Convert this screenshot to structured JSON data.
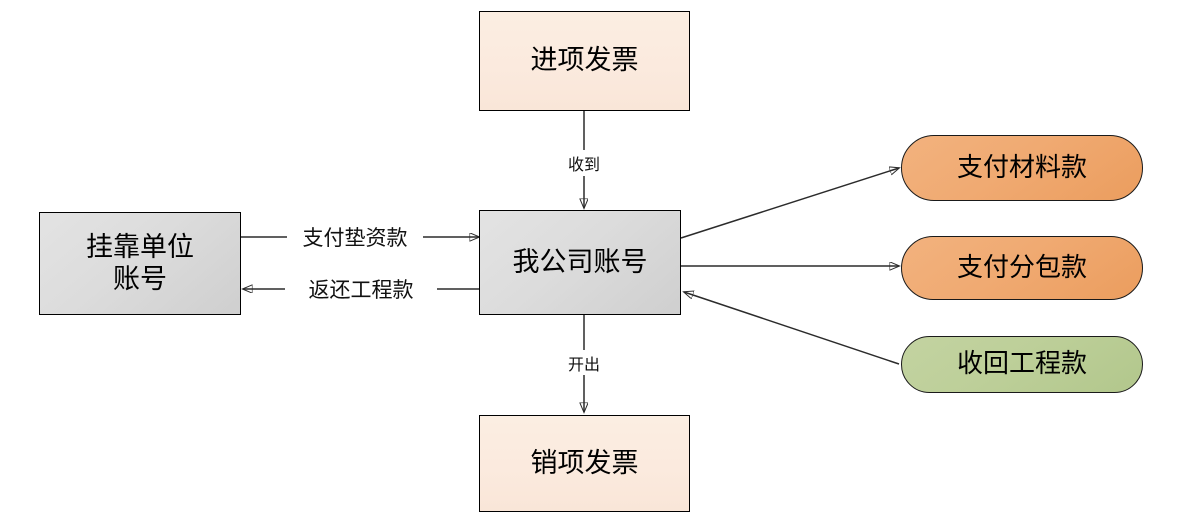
{
  "diagram": {
    "type": "flowchart",
    "title": "",
    "nodes": {
      "input_invoice": {
        "label": "进项发票",
        "shape": "rectangle",
        "fill": "#fbeade"
      },
      "partner_account": {
        "label_line1": "挂靠单位",
        "label_line2": "账号",
        "shape": "rectangle",
        "fill": "#dcdcdc"
      },
      "my_account": {
        "label": "我公司账号",
        "shape": "rectangle",
        "fill": "#dcdcdc"
      },
      "output_invoice": {
        "label": "销项发票",
        "shape": "rectangle",
        "fill": "#fbeade"
      },
      "pay_material": {
        "label": "支付材料款",
        "shape": "rounded",
        "fill": "#f0aa72"
      },
      "pay_subcontract": {
        "label": "支付分包款",
        "shape": "rounded",
        "fill": "#f0aa72"
      },
      "recover_project": {
        "label": "收回工程款",
        "shape": "rounded",
        "fill": "#bdcf99"
      }
    },
    "edges": [
      {
        "from": "input_invoice",
        "to": "my_account",
        "label": "收到",
        "direction": "down"
      },
      {
        "from": "my_account",
        "to": "output_invoice",
        "label": "开出",
        "direction": "down"
      },
      {
        "from": "partner_account",
        "to": "my_account",
        "label": "支付垫资款",
        "direction": "right"
      },
      {
        "from": "my_account",
        "to": "partner_account",
        "label": "返还工程款",
        "direction": "left"
      },
      {
        "from": "my_account",
        "to": "pay_material",
        "label": "",
        "direction": "right"
      },
      {
        "from": "my_account",
        "to": "pay_subcontract",
        "label": "",
        "direction": "right"
      },
      {
        "from": "recover_project",
        "to": "my_account",
        "label": "",
        "direction": "left"
      }
    ],
    "colors": {
      "stroke": "#2b2b2b",
      "invoice_fill": "#fbeade",
      "account_fill": "#dcdcdc",
      "orange_fill": "#f0aa72",
      "green_fill": "#bdcf99"
    }
  }
}
